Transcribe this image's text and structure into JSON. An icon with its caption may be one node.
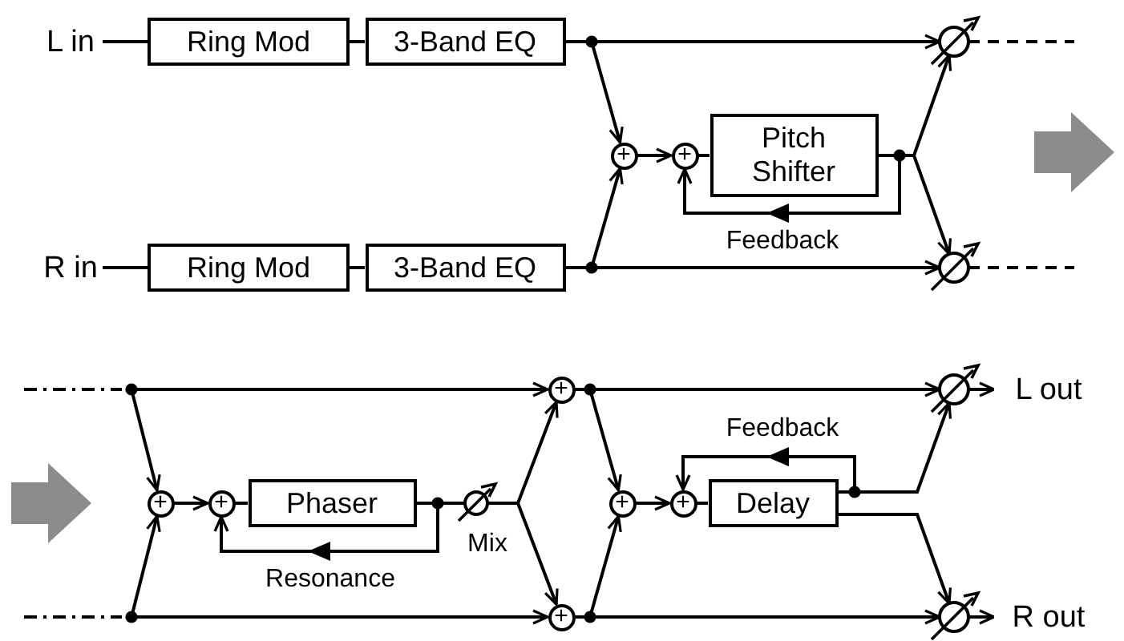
{
  "diagram": {
    "nodes": [
      {
        "text": [
          "L in"
        ]
      },
      {
        "text": [
          "Ring Mod"
        ]
      },
      {
        "text": [
          "3-Band EQ"
        ]
      },
      {
        "text": [
          "R in"
        ]
      },
      {
        "text": [
          "Ring Mod"
        ]
      },
      {
        "text": [
          "3-Band EQ"
        ]
      },
      {
        "text": [
          "+"
        ]
      },
      {
        "text": [
          "+"
        ]
      },
      {
        "text": [
          "Pitch Shifter"
        ]
      },
      {
        "text": [],
        "shape": "circle"
      },
      {
        "text": [],
        "shape": "circle"
      },
      {
        "text": [
          "+"
        ]
      },
      {
        "text": [
          "+"
        ]
      },
      {
        "text": [
          "Phaser"
        ]
      },
      {
        "text": [],
        "shape": "circle",
        "beside": [
          "Mix"
        ]
      },
      {
        "text": [
          "+"
        ]
      },
      {
        "text": [
          "+"
        ]
      },
      {
        "text": [
          "+"
        ]
      },
      {
        "text": [
          "+"
        ]
      },
      {
        "text": [
          "Delay"
        ]
      },
      {
        "text": [],
        "shape": "circle"
      },
      {
        "text": [],
        "shape": "circle"
      },
      {
        "text": [
          "L out"
        ]
      },
      {
        "text": [
          "R out"
        ]
      }
    ],
    "edges": [
      {
        "from": 0,
        "to": 1,
        "arrow": "none"
      },
      {
        "from": 1,
        "to": 2,
        "arrow": "none"
      },
      {
        "from": 3,
        "to": 4,
        "arrow": "none"
      },
      {
        "from": 4,
        "to": 5,
        "arrow": "none"
      },
      {
        "from": 2,
        "to": 9,
        "arrow": "to"
      },
      {
        "from": 2,
        "to": 6,
        "arrow": "to"
      },
      {
        "from": 5,
        "to": 10,
        "arrow": "to"
      },
      {
        "from": 5,
        "to": 6,
        "arrow": "to"
      },
      {
        "from": 6,
        "to": 7,
        "arrow": "to"
      },
      {
        "from": 7,
        "to": 8,
        "arrow": "none"
      },
      {
        "from": 8,
        "to": 9,
        "arrow": "to"
      },
      {
        "from": 8,
        "to": 10,
        "arrow": "to"
      },
      {
        "from": 8,
        "to": 7,
        "arrow": "to",
        "label": "Feedback"
      },
      {
        "from": 9,
        "to": null,
        "arrow": "none",
        "style": "dashed"
      },
      {
        "from": 10,
        "to": null,
        "arrow": "none",
        "style": "dashed"
      },
      {
        "from": null,
        "to": 15,
        "arrow": "to"
      },
      {
        "from": null,
        "to": 11,
        "arrow": "to"
      },
      {
        "from": null,
        "to": 16,
        "arrow": "to"
      },
      {
        "from": null,
        "to": 11,
        "arrow": "to"
      },
      {
        "from": 11,
        "to": 12,
        "arrow": "to"
      },
      {
        "from": 12,
        "to": 13,
        "arrow": "none"
      },
      {
        "from": 13,
        "to": 14,
        "arrow": "none"
      },
      {
        "from": 13,
        "to": 12,
        "arrow": "to",
        "label": "Resonance"
      },
      {
        "from": 14,
        "to": 15,
        "arrow": "to"
      },
      {
        "from": 14,
        "to": 16,
        "arrow": "to"
      },
      {
        "from": 15,
        "to": 20,
        "arrow": "to"
      },
      {
        "from": 15,
        "to": 17,
        "arrow": "to"
      },
      {
        "from": 16,
        "to": 21,
        "arrow": "to"
      },
      {
        "from": 16,
        "to": 17,
        "arrow": "to"
      },
      {
        "from": 17,
        "to": 18,
        "arrow": "to"
      },
      {
        "from": 18,
        "to": 19,
        "arrow": "none"
      },
      {
        "from": 19,
        "to": 18,
        "arrow": "to",
        "label": "Feedback"
      },
      {
        "from": 19,
        "to": 20,
        "arrow": "to"
      },
      {
        "from": 19,
        "to": 21,
        "arrow": "to"
      },
      {
        "from": 20,
        "to": 22,
        "arrow": "to"
      },
      {
        "from": 21,
        "to": 23,
        "arrow": "to"
      }
    ]
  }
}
